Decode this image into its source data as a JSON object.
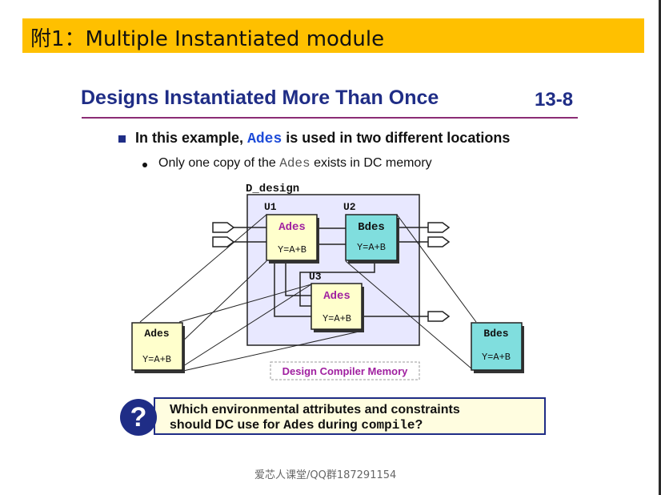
{
  "banner": {
    "text": "附1：Multiple Instantiated module",
    "color": "#ffc000"
  },
  "slide": {
    "title": "Designs Instantiated More Than Once",
    "number": "13-8",
    "accent": "#1f2d86"
  },
  "bullets": {
    "b1_pre": "In this example,",
    "b1_code": "Ades",
    "b1_post": "is used in two different locations",
    "b2_pre": "Only one copy of the",
    "b2_code": "Ades",
    "b2_post": "exists in DC memory"
  },
  "diagram": {
    "design_label": "D_design",
    "instances": {
      "u1": {
        "inst": "U1",
        "module": "Ades",
        "eq": "Y=A+B"
      },
      "u2": {
        "inst": "U2",
        "module": "Bdes",
        "eq": "Y=A+B"
      },
      "u3": {
        "inst": "U3",
        "module": "Ades",
        "eq": "Y=A+B"
      }
    },
    "memory": {
      "ades": {
        "module": "Ades",
        "eq": "Y=A+B"
      },
      "bdes": {
        "module": "Bdes",
        "eq": "Y=A+B"
      },
      "label": "Design Compiler Memory"
    },
    "colors": {
      "ades_fill": "#ffffcc",
      "bdes_fill": "#80dede",
      "design_fill": "#e8e8ff",
      "module_name": "#a020a0"
    }
  },
  "question": {
    "icon": "?",
    "l1": "Which environmental attributes and constraints",
    "l2_a": "should DC use for",
    "l2_code1": "Ades",
    "l2_b": "during",
    "l2_code2": "compile",
    "l2_c": "?"
  },
  "watermark": "爱芯人课堂/QQ群187291154"
}
